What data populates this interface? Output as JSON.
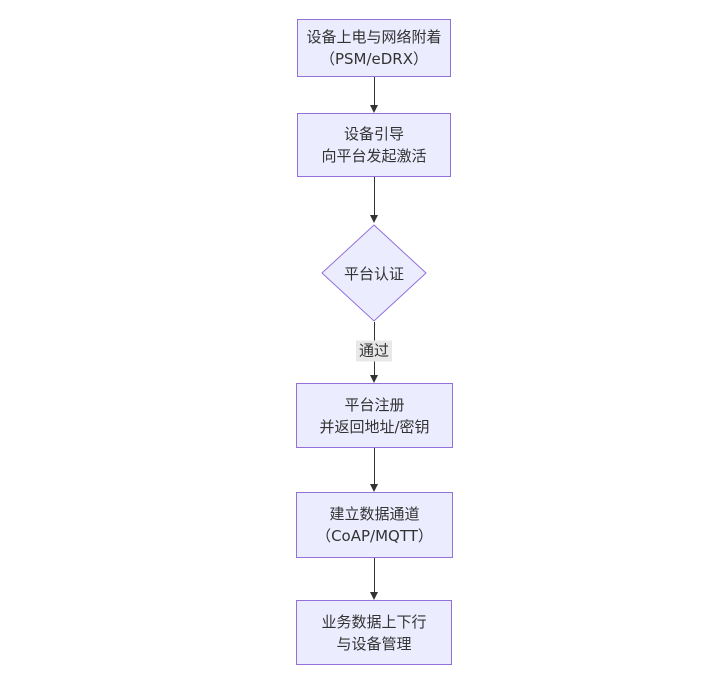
{
  "diagram": {
    "type": "flowchart",
    "direction": "top-down",
    "colors": {
      "node_fill": "#ECECFF",
      "node_border": "#9370DB",
      "node_text": "#333333",
      "edge_line": "#333333",
      "edge_label_bg": "#e8e8e8",
      "edge_label_text": "#333333",
      "background": "#ffffff"
    },
    "nodes": [
      {
        "id": "power-attach",
        "shape": "rect",
        "lines": [
          "设备上电与网络附着",
          "（PSM/eDRX）"
        ]
      },
      {
        "id": "bootstrap",
        "shape": "rect",
        "lines": [
          "设备引导",
          "向平台发起激活"
        ]
      },
      {
        "id": "auth",
        "shape": "diamond",
        "lines": [
          "平台认证"
        ]
      },
      {
        "id": "register",
        "shape": "rect",
        "lines": [
          "平台注册",
          "并返回地址/密钥"
        ]
      },
      {
        "id": "channel",
        "shape": "rect",
        "lines": [
          "建立数据通道",
          "（CoAP/MQTT）"
        ]
      },
      {
        "id": "business",
        "shape": "rect",
        "lines": [
          "业务数据上下行",
          "与设备管理"
        ]
      }
    ],
    "edges": [
      {
        "from": "power-attach",
        "to": "bootstrap",
        "label": ""
      },
      {
        "from": "bootstrap",
        "to": "auth",
        "label": ""
      },
      {
        "from": "auth",
        "to": "register",
        "label": "通过"
      },
      {
        "from": "register",
        "to": "channel",
        "label": ""
      },
      {
        "from": "channel",
        "to": "business",
        "label": ""
      }
    ]
  }
}
